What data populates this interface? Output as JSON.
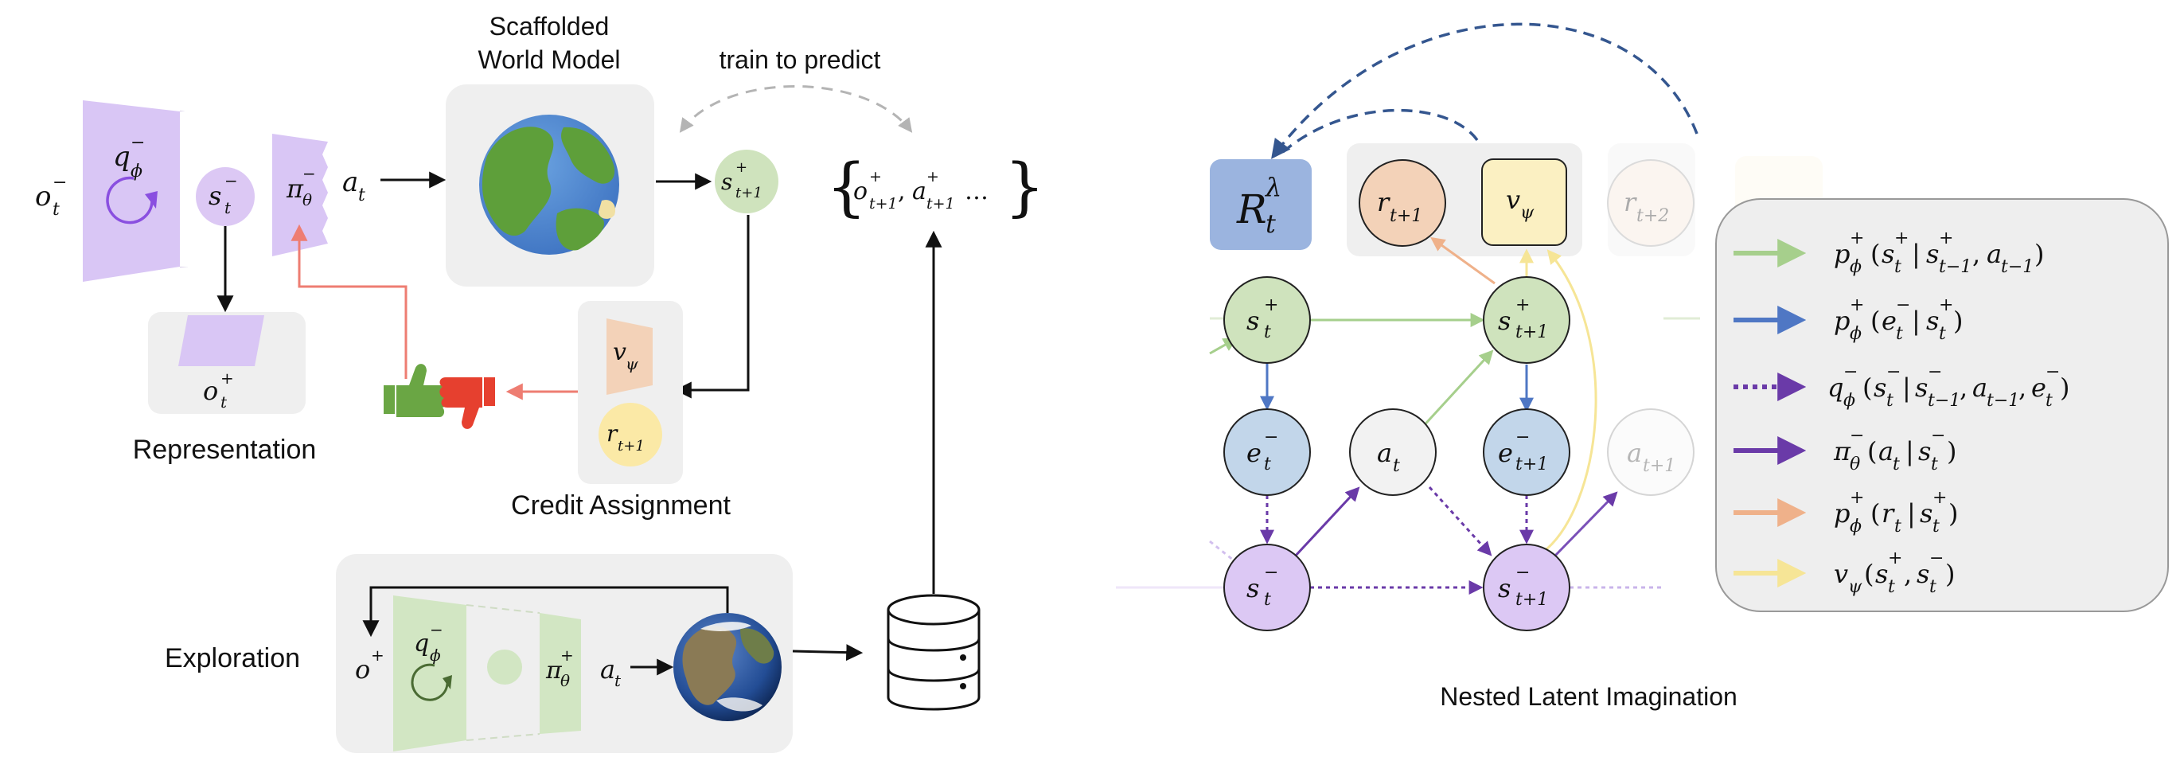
{
  "labels": {
    "scaffolded_line1": "Scaffolded",
    "scaffolded_line2": "World Model",
    "train_to_predict": "train to predict",
    "representation": "Representation",
    "credit_assignment": "Credit  Assignment",
    "exploration": "Exploration",
    "nested_latent_imagination": "Nested Latent Imagination"
  },
  "symbols": {
    "o": "o",
    "q": "q",
    "s": "s",
    "pi": "π",
    "a": "a",
    "v": "v",
    "r": "r",
    "e": "e",
    "R": "R",
    "p": "p",
    "minus": "−",
    "plus": "+",
    "phi": "ϕ",
    "theta": "θ",
    "psi": "ψ",
    "lambda": "λ",
    "sub_t": "t",
    "sub_t1": "t+1",
    "sub_t2": "t+2",
    "sub_tm1": "t−1",
    "open_brace": "{",
    "close_brace": "}",
    "comma": ",",
    "ellipsis": "…",
    "open_paren": "(",
    "close_paren": ")",
    "bar": "|"
  },
  "colors": {
    "green_node": "#cfe3bd",
    "blue_node": "#c2d6ea",
    "purple_node": "#dcc8f4",
    "purple_encoder": "#d9c6f5",
    "green_encoder": "#d2e6c3",
    "orange_value": "#f3d2b8",
    "yellow_value": "#fbf0c2",
    "panel_grey": "#efefef",
    "R_box": "#9bb4df",
    "arrow_green": "#a6cf8c",
    "arrow_blue": "#4f77c4",
    "arrow_purple": "#6a3aa8",
    "arrow_orange": "#efb18a",
    "arrow_yellow": "#f6e596",
    "arrow_red": "#ee7d72",
    "arrow_navy": "#34568f",
    "arrow_grey": "#b4b4b4",
    "thumb_green": "#6aa644",
    "thumb_red": "#e6402f"
  },
  "legend": [
    {
      "id": "legend-green-transition",
      "line": "solid",
      "color": "#a6cf8c"
    },
    {
      "id": "legend-blue-emission",
      "line": "solid",
      "color": "#4f77c4"
    },
    {
      "id": "legend-purple-posterior",
      "line": "dotted",
      "color": "#6a3aa8"
    },
    {
      "id": "legend-purple-policy",
      "line": "solid",
      "color": "#6a3aa8"
    },
    {
      "id": "legend-orange-reward",
      "line": "solid",
      "color": "#efb18a"
    },
    {
      "id": "legend-yellow-value",
      "line": "solid",
      "color": "#f6e596"
    }
  ]
}
